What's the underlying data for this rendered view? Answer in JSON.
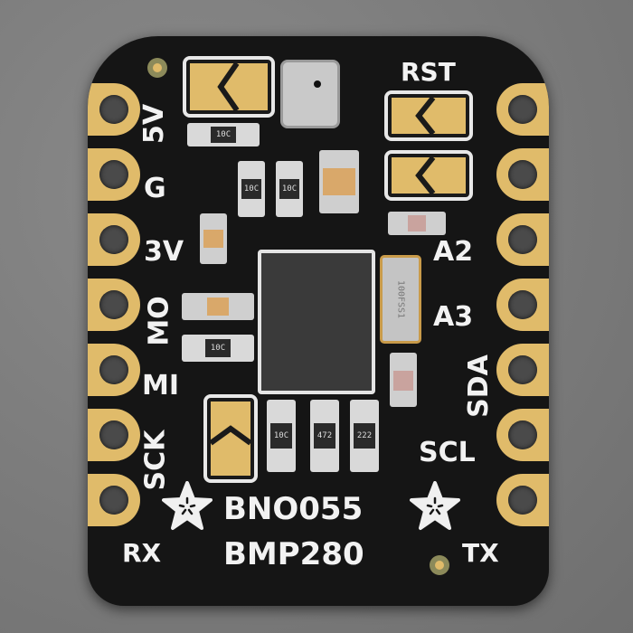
{
  "product": {
    "name_line1": "BNO055",
    "name_line2": "BMP280"
  },
  "left_pins": [
    "5V",
    "G",
    "3V",
    "MO",
    "MI",
    "SCK",
    "RX"
  ],
  "right_pins": [
    "RST",
    "A2",
    "A3",
    "SDA",
    "SCL",
    "TX"
  ],
  "resistor_codes": {
    "r1": "10C",
    "r2": "10C",
    "r3": "10C",
    "r4": "10C",
    "r5": "10C",
    "r6": "472",
    "r7": "222"
  },
  "crystal_marking": "100FSS1",
  "colors": {
    "board": "#151515",
    "gold_pad": "#e0bb6a",
    "silkscreen": "#f2f2f2",
    "background": "#7a7a7a"
  },
  "icons": {
    "logo": "adafruit-flower-star-icon"
  }
}
